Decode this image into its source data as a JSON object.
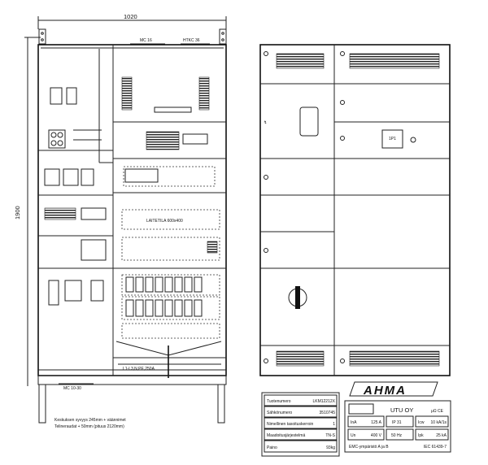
{
  "side_view": {
    "width_dim": "1020",
    "height_dim": "1900",
    "top_labels": [
      "MC 16",
      "HTKC 36"
    ],
    "base_label": "MC 10-30",
    "busbar_label": "L1-L3,N,PE,250A",
    "equipment_space": "LAITETILA   600x400",
    "notes": [
      "Keskuksen syvyys 245mm + väännimet",
      "Telineraudat + 50mm (pituus 2120mm)"
    ]
  },
  "front_view": {
    "meter_label": "1P1"
  },
  "logo": "AHMA",
  "spec_table": [
    {
      "label": "Tuotenumero",
      "value": "LKM12212X"
    },
    {
      "label": "Sähkönumero",
      "value": "3510745"
    },
    {
      "label": "Nimellinen tasoituskerroin",
      "value": "1"
    },
    {
      "label": "Maadoitusjärjestelmä",
      "value": "TN-S"
    },
    {
      "label": "Paino",
      "value": "93kg"
    }
  ],
  "rating_plate": {
    "maker": "UTU OY",
    "row1": [
      "InA",
      "125 A",
      "IP 31",
      "Icw",
      "10 kA/1s"
    ],
    "row2": [
      "Un",
      "400 V",
      "50 Hz",
      "Ipk",
      "25 kA"
    ],
    "env": "EMC-ympäristö A ja B",
    "standard": "IEC 61439-7",
    "marks": "μΩ CE"
  }
}
